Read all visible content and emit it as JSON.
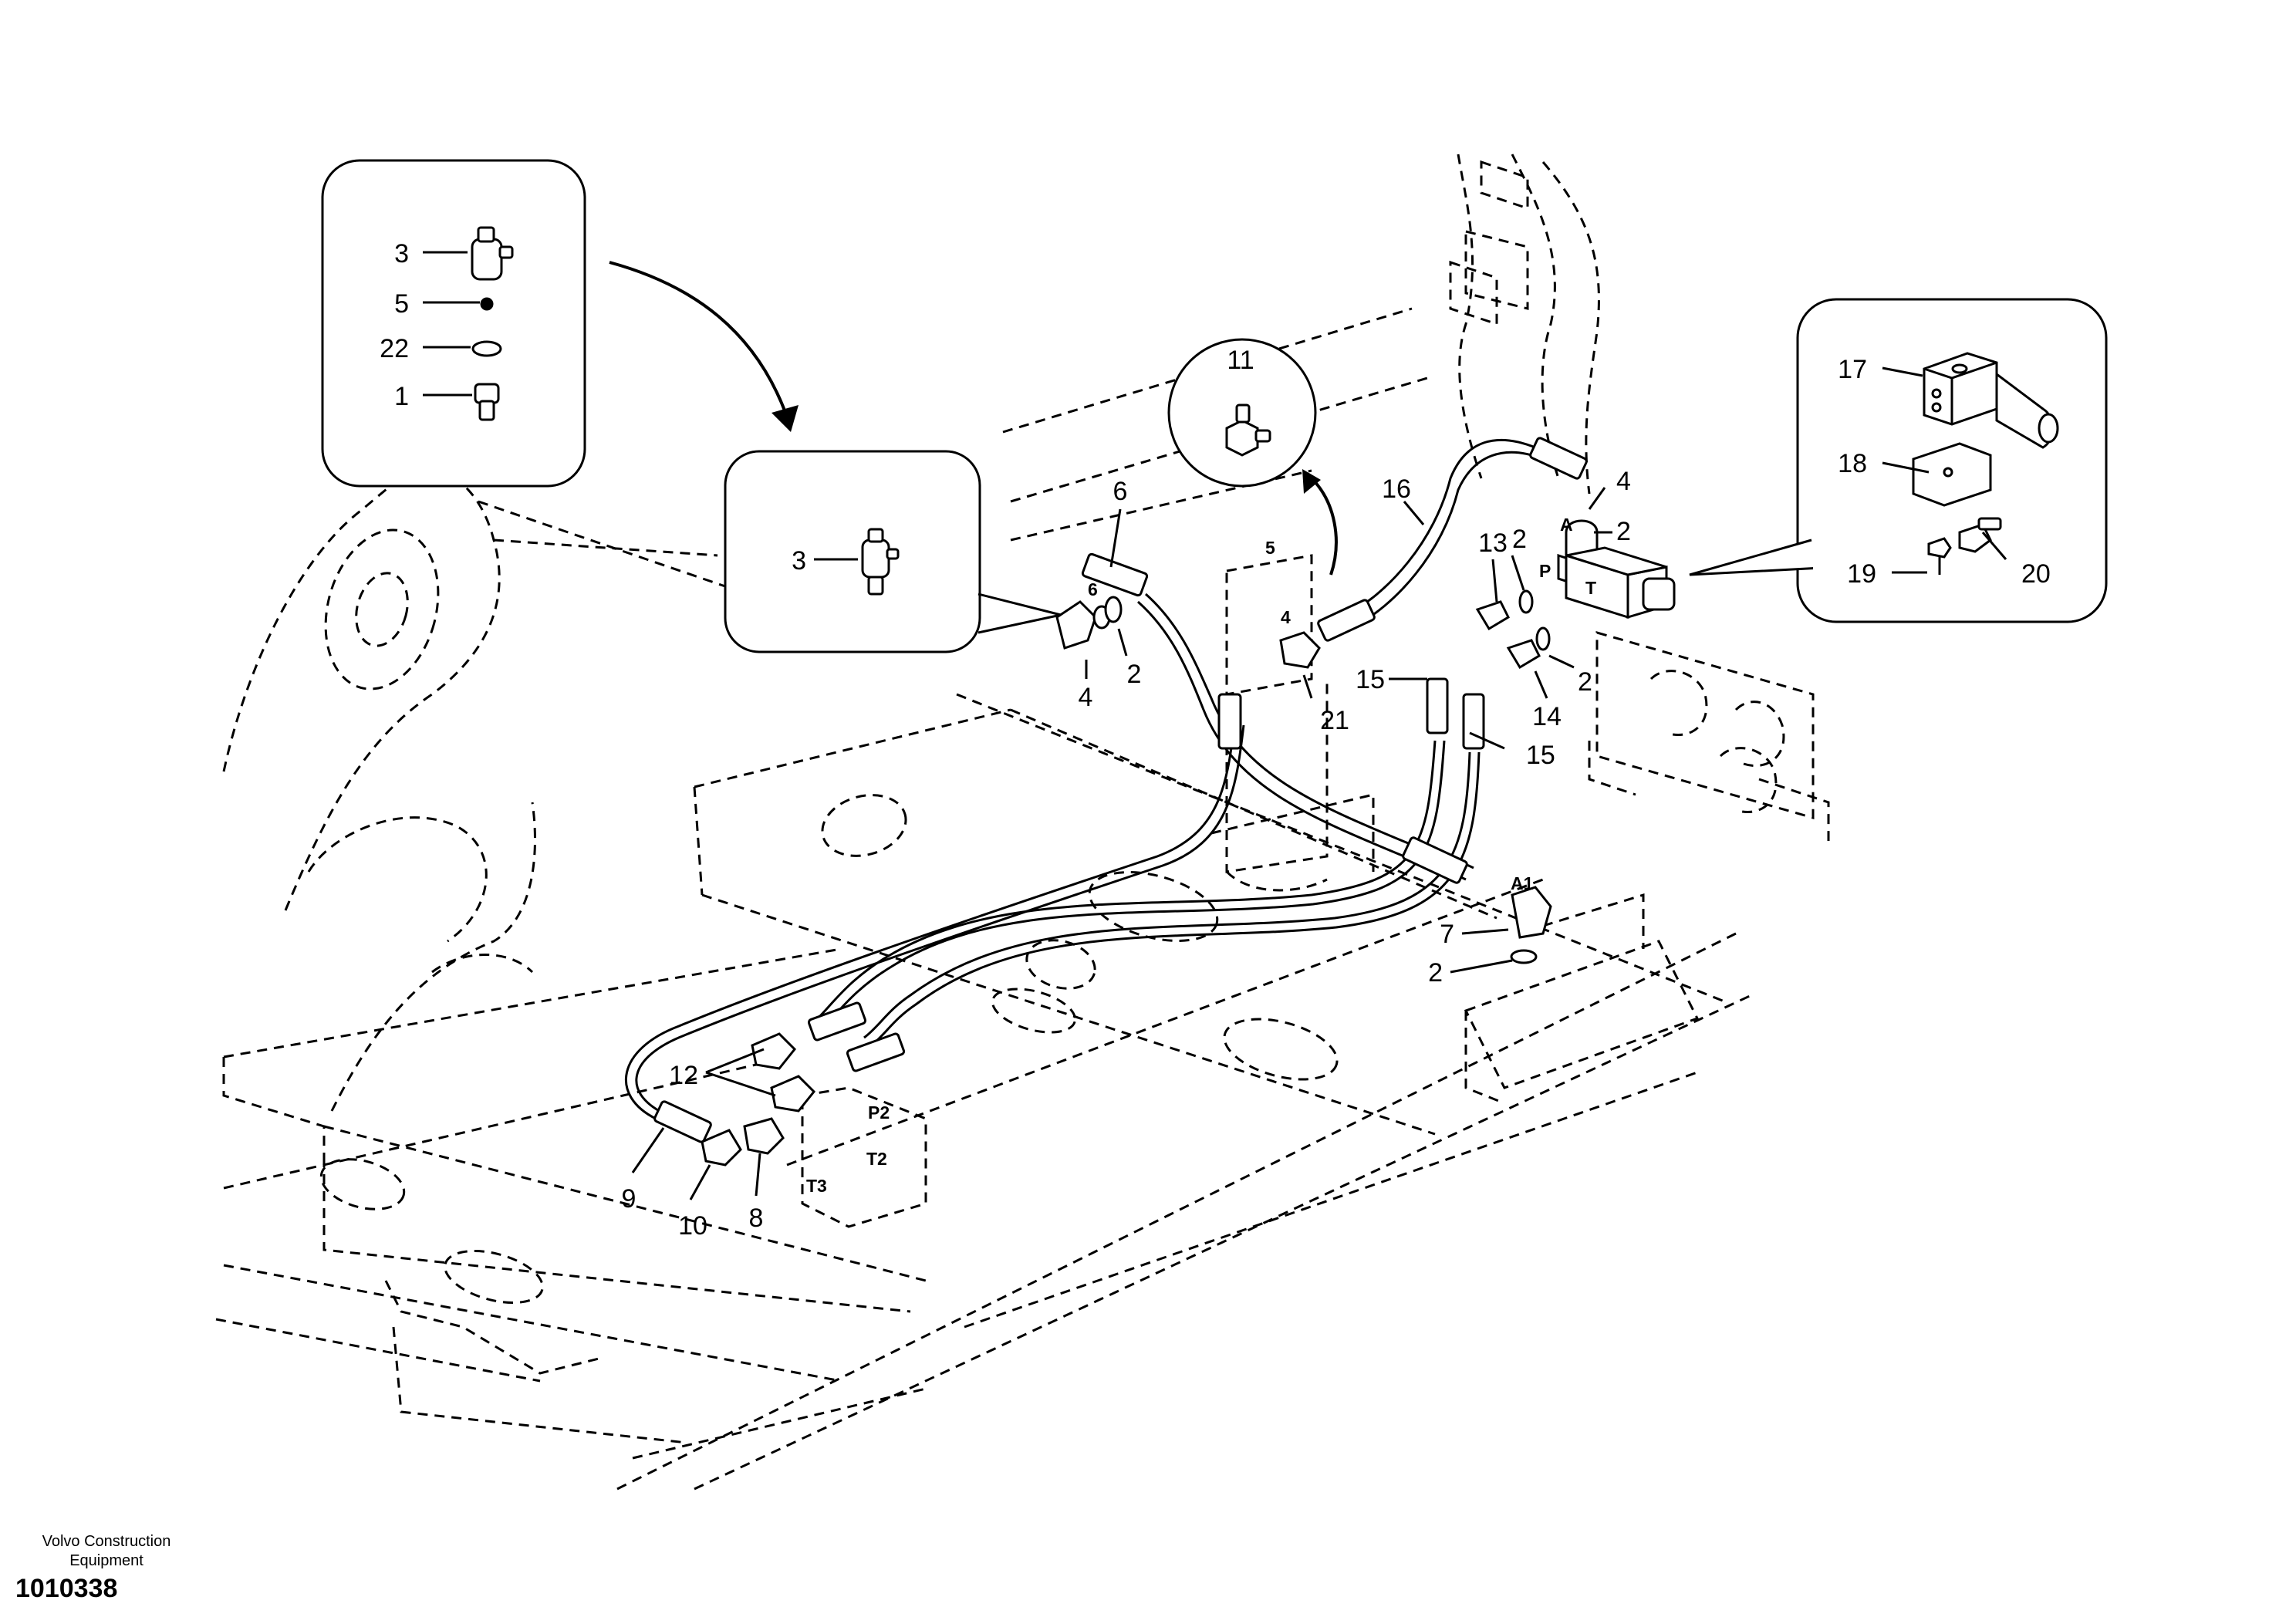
{
  "footer": {
    "company_line1": "Volvo Construction",
    "company_line2": "Equipment",
    "reference_number": "1010338"
  },
  "callouts": {
    "c1": "1",
    "c2a": "2",
    "c2b": "2",
    "c2c": "2",
    "c2d": "2",
    "c2e": "2",
    "c3a": "3",
    "c3b": "3",
    "c4a": "4",
    "c4b": "4",
    "c5": "5",
    "c6": "6",
    "c7": "7",
    "c8": "8",
    "c9": "9",
    "c10": "10",
    "c11": "11",
    "c12": "12",
    "c13": "13",
    "c14": "14",
    "c15a": "15",
    "c15b": "15",
    "c16": "16",
    "c17": "17",
    "c18": "18",
    "c19": "19",
    "c20": "20",
    "c21": "21",
    "c22": "22"
  },
  "ports": {
    "a": "A",
    "p": "P",
    "t": "T",
    "a1": "A1",
    "p2": "P2",
    "t2": "T2",
    "t3": "T3",
    "m5": "5",
    "m6": "6",
    "m4": "4"
  }
}
